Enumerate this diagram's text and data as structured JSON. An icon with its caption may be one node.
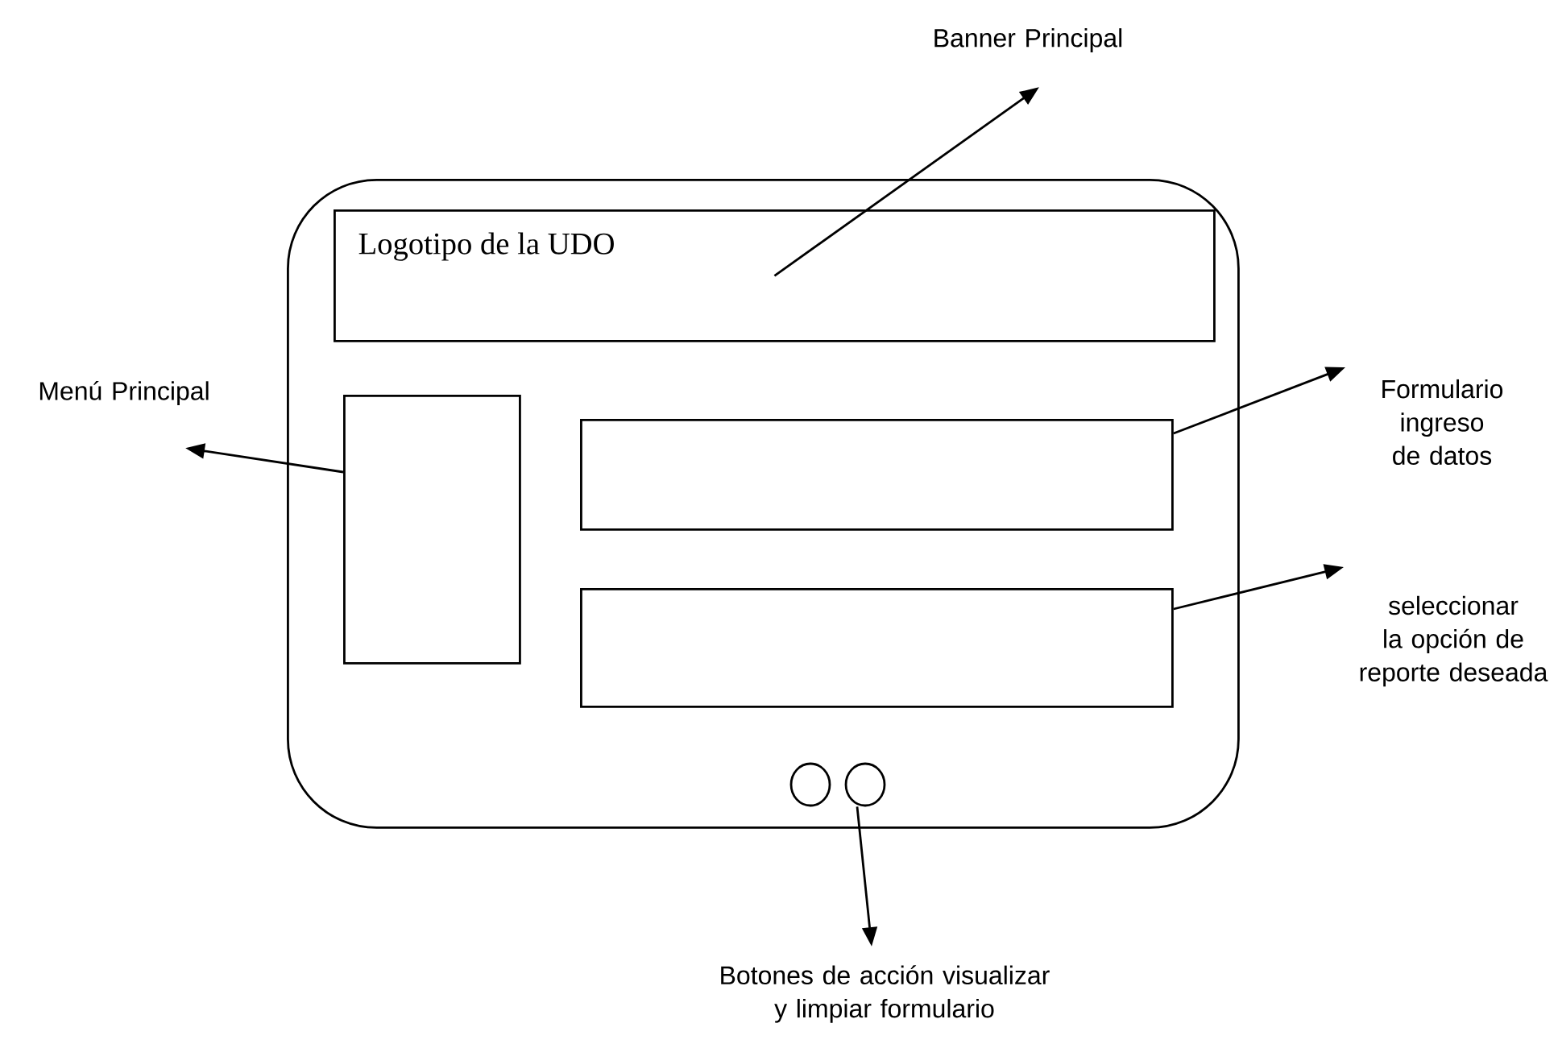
{
  "diagram": {
    "nodes": [
      {
        "text": [],
        "shape": "box"
      },
      {
        "text": [
          "Logotipo de la UDO"
        ],
        "in": 0
      },
      {
        "text": [],
        "shape": "box",
        "in": 0
      },
      {
        "text": [],
        "shape": "box",
        "in": 0
      },
      {
        "text": [],
        "shape": "box",
        "in": 0
      },
      {
        "text": [],
        "shape": "circle",
        "in": 0
      },
      {
        "text": [],
        "shape": "circle",
        "in": 0
      },
      {
        "text": [
          "Banner Principal"
        ]
      },
      {
        "text": [
          "Menú Principal"
        ]
      },
      {
        "text": [
          "Formulario ingreso de datos"
        ]
      },
      {
        "text": [
          "seleccionar la opción de reporte deseada"
        ]
      },
      {
        "text": [
          "Botones de acción visualizar y limpiar formulario"
        ]
      }
    ],
    "edges": [
      {
        "from": 1,
        "to": 7,
        "arrow": "to"
      },
      {
        "from": 2,
        "to": 8,
        "arrow": "to"
      },
      {
        "from": 3,
        "to": 9,
        "arrow": "to"
      },
      {
        "from": 4,
        "to": 10,
        "arrow": "to"
      },
      {
        "from": 6,
        "to": 11,
        "arrow": "to"
      }
    ]
  }
}
